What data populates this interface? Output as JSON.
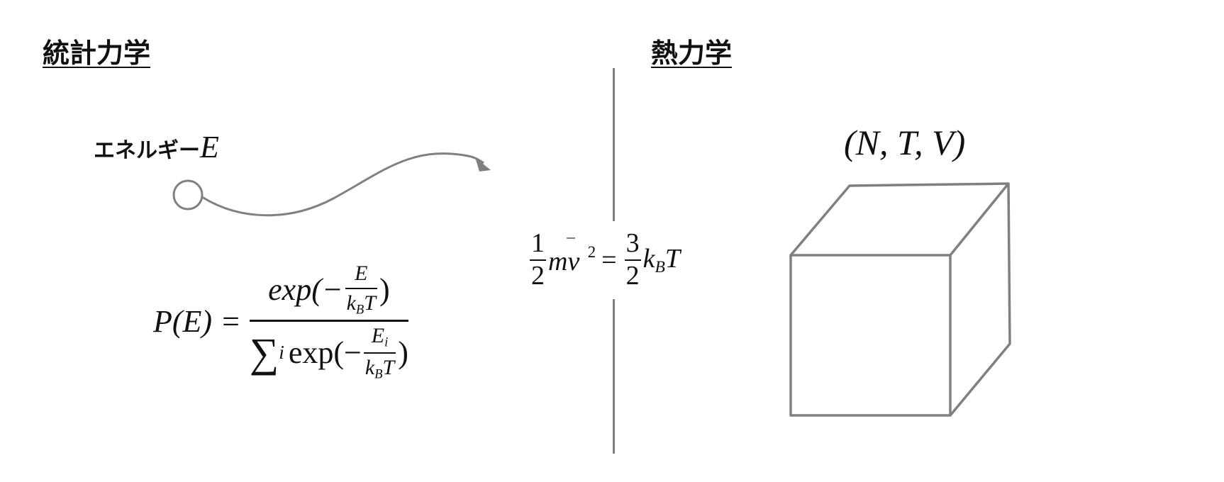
{
  "headings": {
    "left": "統計力学",
    "right": "熱力学"
  },
  "energy_label": {
    "text": "エネルギー",
    "symbol": "E"
  },
  "state_variables": "(N, T, V)",
  "kinetic_equation": {
    "half_num": "1",
    "half_den": "2",
    "mv": "mv",
    "bar": "¯",
    "square": "2",
    "equals": "=",
    "three_num": "3",
    "three_den": "2",
    "k": "k",
    "B": "B",
    "T": "T"
  },
  "probability_equation": {
    "lhs": "P(E)",
    "equals": "=",
    "num_exp": "exp(−",
    "num_E": "E",
    "num_k": "k",
    "num_B": "B",
    "num_T": "T",
    "close": ")",
    "sigma": "∑",
    "sigma_sub": "i",
    "den_exp": "exp(−",
    "den_E": "E",
    "den_E_sub": "i",
    "den_k": "k",
    "den_B": "B",
    "den_T": "T",
    "den_close": ")"
  },
  "colors": {
    "stroke": "#808080",
    "text": "#111111"
  },
  "icons": [
    "particle-circle-icon",
    "wavy-arrow-icon",
    "container-cube-icon"
  ]
}
